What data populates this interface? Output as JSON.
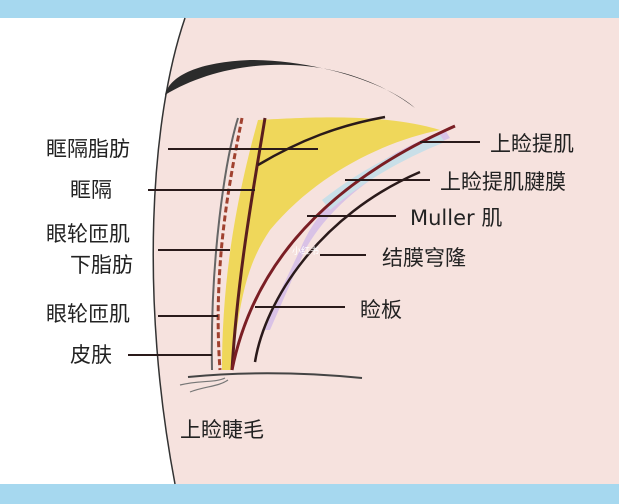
{
  "labels_left": [
    "眶隔脂肪",
    "眶隔",
    "眼轮匝肌",
    "下脂肪",
    "眼轮匝肌",
    "皮肤"
  ],
  "labels_right": [
    "上睑提肌",
    "上睑提肌腱膜",
    "Muller 肌",
    "结膜穹隆",
    "睑板"
  ],
  "label_bottom": "上睑睫毛",
  "watermark": "小红书",
  "colors": {
    "frame": "#a6d8ef",
    "skin": "#f6e2de",
    "fat": "#efd75a",
    "muscle": "#a0412f",
    "line": "#2a1a1a"
  }
}
